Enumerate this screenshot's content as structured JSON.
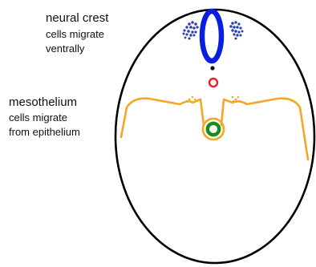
{
  "labels": {
    "neural_crest": {
      "title": "neural crest",
      "line1": "cells migrate",
      "line2": "ventrally"
    },
    "mesothelium": {
      "title": "mesothelium",
      "line1": "cells migrate",
      "line2": "from epithelium"
    }
  },
  "colors": {
    "outline": "#000000",
    "neural_tube": "#0a1ee0",
    "crest_cells": "#2a3fb0",
    "notochord": "#111111",
    "red_circle": "#e8202a",
    "mesothelium": "#f5a623",
    "gut_outer": "#f5a623",
    "gut_ring": "#1a8a1a"
  }
}
